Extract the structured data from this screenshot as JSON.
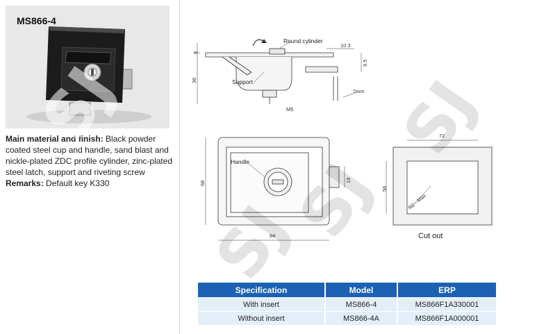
{
  "product": {
    "title": "MS866-4",
    "material_label": "Main material and finish:",
    "material_text": "Black powder coated steel cup and handle, sand blast and nickle-plated ZDC profile cylinder, zinc-plated steel latch, support and riveting screw",
    "remarks_label": "Remarks:",
    "remarks_text": "Default key K330"
  },
  "side_view": {
    "callouts": {
      "round_cylinder": "Round cylinder",
      "support": "Support"
    },
    "dims": {
      "d10_3": "10.3",
      "d9_5": "9.5",
      "d5": "5",
      "d36": "36",
      "d7mm": "7mm",
      "m5": "M5"
    }
  },
  "front_view": {
    "callouts": {
      "handle": "Handle"
    },
    "dims": {
      "d68": "68",
      "d84": "84",
      "d19": "19"
    }
  },
  "cutout_view": {
    "label": "Cut out",
    "dims": {
      "d72": "72",
      "d56": "56",
      "radius": "R2 - Max."
    }
  },
  "watermark": {
    "text_a": "SJ",
    "text_b": "SJ",
    "text_c": "SJ",
    "text_d": "SJ"
  },
  "spec_table": {
    "headers": {
      "spec": "Specification",
      "model": "Model",
      "erp": "ERP"
    },
    "rows": [
      {
        "spec": "With insert",
        "model": "MS866-4",
        "erp": "MS866F1A330001"
      },
      {
        "spec": "Without insert",
        "model": "MS866-4A",
        "erp": "MS866F1A000001"
      }
    ]
  }
}
